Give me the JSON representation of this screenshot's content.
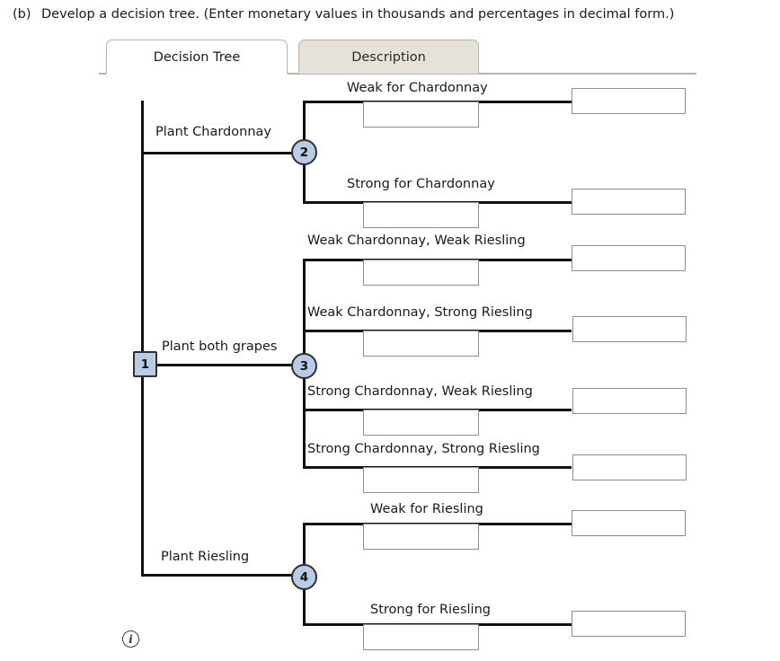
{
  "question": {
    "label": "(b)",
    "text": "Develop a decision tree. (Enter monetary values in thousands and percentages in decimal form.)"
  },
  "tabs": [
    {
      "label": "Decision Tree",
      "active": true
    },
    {
      "label": "Description",
      "active": false
    }
  ],
  "tree": {
    "root_node": {
      "id": "node-1",
      "shape": "square",
      "label": "1"
    },
    "chance_nodes": [
      {
        "id": "node-2",
        "shape": "circle",
        "label": "2"
      },
      {
        "id": "node-3",
        "shape": "circle",
        "label": "3"
      },
      {
        "id": "node-4",
        "shape": "circle",
        "label": "4"
      }
    ],
    "decision_branches": [
      {
        "label": "Plant Chardonnay",
        "target": "node-2"
      },
      {
        "label": "Plant both grapes",
        "target": "node-3"
      },
      {
        "label": "Plant Riesling",
        "target": "node-4"
      }
    ],
    "outcome_branches": [
      {
        "label": "Weak for Chardonnay",
        "probability": "",
        "payoff": ""
      },
      {
        "label": "Strong for Chardonnay",
        "probability": "",
        "payoff": ""
      },
      {
        "label": "Weak Chardonnay, Weak Riesling",
        "probability": "",
        "payoff": ""
      },
      {
        "label": "Weak Chardonnay, Strong Riesling",
        "probability": "",
        "payoff": ""
      },
      {
        "label": "Strong Chardonnay, Weak Riesling",
        "probability": "",
        "payoff": ""
      },
      {
        "label": "Strong Chardonnay, Strong Riesling",
        "probability": "",
        "payoff": ""
      },
      {
        "label": "Weak for Riesling",
        "probability": "",
        "payoff": ""
      },
      {
        "label": "Strong for Riesling",
        "probability": "",
        "payoff": ""
      }
    ]
  },
  "info": {
    "icon_label": "i"
  },
  "colors": {
    "node_fill": "#b9cbe5",
    "node_stroke": "#303030",
    "line": "#111111",
    "tab_active_bg": "#ffffff",
    "tab_inactive_bg": "#e6e2da",
    "tab_border": "#b8b4ac",
    "input_border": "#8d8d8d",
    "text": "#1a1a1a"
  }
}
